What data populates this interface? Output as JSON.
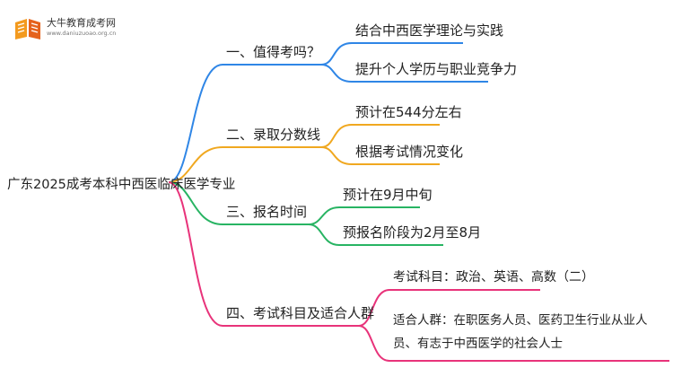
{
  "logo": {
    "title": "大牛教育成考网",
    "url": "www.daniuzuoao.org.cn",
    "icon": "open-book-icon"
  },
  "root": {
    "label": "广东2025成考本科中西医临床医学专业"
  },
  "branches": [
    {
      "label": "一、值得考吗？",
      "color": "#2f86e6",
      "children": [
        {
          "label": "结合中西医学理论与实践"
        },
        {
          "label": "提升个人学历与职业竞争力"
        }
      ]
    },
    {
      "label": "二、录取分数线",
      "color": "#f0a820",
      "children": [
        {
          "label": "预计在544分左右"
        },
        {
          "label": "根据考试情况变化"
        }
      ]
    },
    {
      "label": "三、报名时间",
      "color": "#28b463",
      "children": [
        {
          "label": "预计在9月中旬"
        },
        {
          "label": "预报名阶段为2月至8月"
        }
      ]
    },
    {
      "label": "四、考试科目及适合人群",
      "color": "#e8337a",
      "children": [
        {
          "label": "考试科目：政治、英语、高数（二）"
        },
        {
          "label": "适合人群：在职医务人员、医药卫生行业从业人员、有志于中西医学的社会人士"
        }
      ]
    }
  ]
}
